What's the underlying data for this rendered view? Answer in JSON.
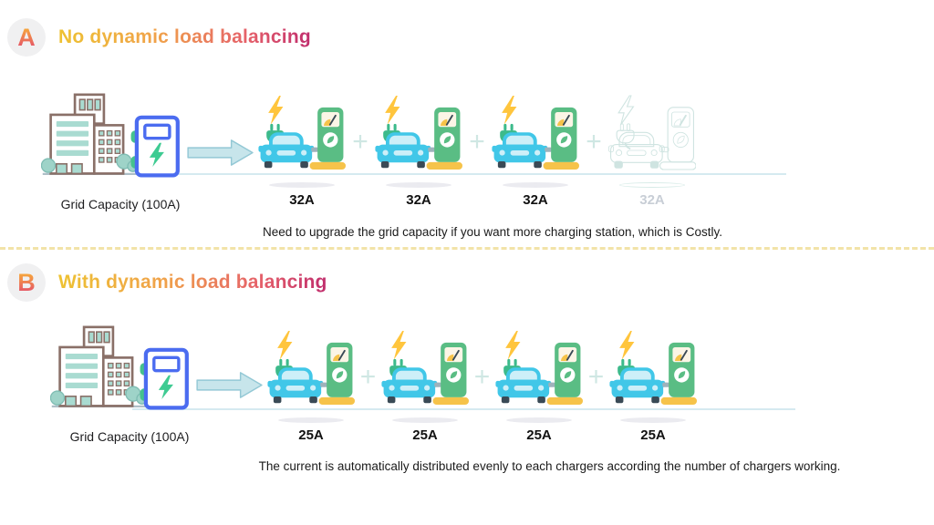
{
  "plus_sign": "+",
  "palette": {
    "title_gradient": [
      "#eec232",
      "#f0a14b",
      "#e5606a",
      "#c02d6d"
    ],
    "divider_dash": "#f2e3a8",
    "ground_line": "#d5eaf0",
    "charger_green": "#5abd84",
    "car_cyan": "#41c7e8",
    "base_yellow": "#f6c34a",
    "plug_green": "#3cba8b",
    "bolt_yellow": "#ffc53d",
    "panel_blue": "#4b6cf0",
    "dimmed_outline": "#cfe4e1",
    "dimmed_text": "#c8ced6"
  },
  "icons": {
    "badge": "section-badge",
    "building": "building-icon",
    "grid_panel": "grid-panel-icon",
    "arrow": "flow-arrow-icon",
    "charger": "ev-charging-station-icon",
    "lightning": "lightning-bolt-icon"
  },
  "sections": [
    {
      "badge": "A",
      "title": "No dynamic load balancing",
      "source_label": "Grid Capacity (100A)",
      "chargers": [
        {
          "label": "32A",
          "dimmed": false
        },
        {
          "label": "32A",
          "dimmed": false
        },
        {
          "label": "32A",
          "dimmed": false
        },
        {
          "label": "32A",
          "dimmed": true
        }
      ],
      "caption": "Need to upgrade the grid capacity if you want more charging station, which is Costly."
    },
    {
      "badge": "B",
      "title": "With dynamic load balancing",
      "source_label": "Grid Capacity (100A)",
      "chargers": [
        {
          "label": "25A",
          "dimmed": false
        },
        {
          "label": "25A",
          "dimmed": false
        },
        {
          "label": "25A",
          "dimmed": false
        },
        {
          "label": "25A",
          "dimmed": false
        }
      ],
      "caption": "The current is automatically distributed evenly to each chargers according the number of chargers working."
    }
  ]
}
